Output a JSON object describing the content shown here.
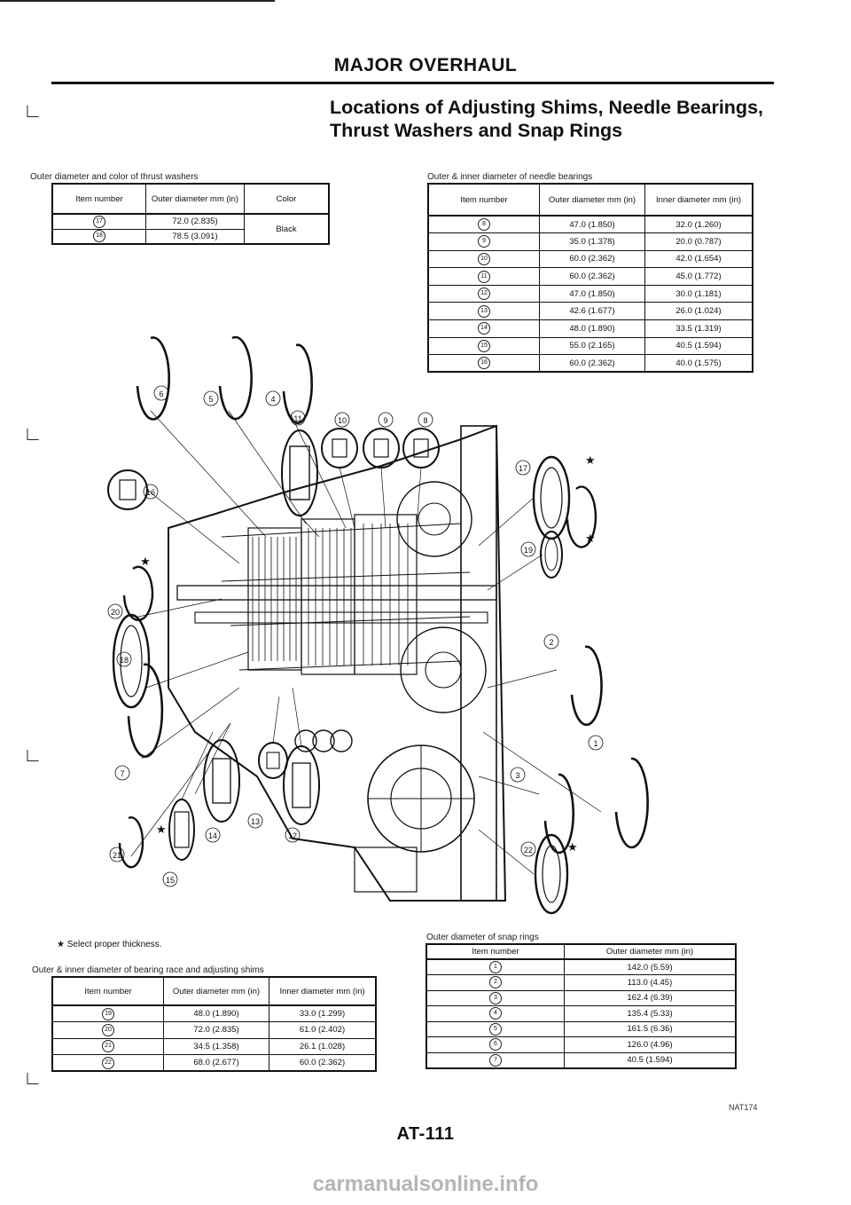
{
  "header": {
    "section_title": "MAJOR OVERHAUL"
  },
  "title": "Locations of Adjusting Shims, Needle Bearings, Thrust Washers and Snap Rings",
  "thrust_washers": {
    "caption": "Outer diameter and color of thrust washers",
    "headers": [
      "Item number",
      "Outer diameter mm (in)",
      "Color"
    ],
    "rows": [
      {
        "item": "17",
        "outer": "72.0 (2.835)"
      },
      {
        "item": "18",
        "outer": "78.5 (3.091)"
      }
    ],
    "color_value": "Black"
  },
  "needle_bearings": {
    "caption": "Outer & inner diameter of needle bearings",
    "headers": [
      "Item number",
      "Outer diameter mm (in)",
      "Inner diameter mm (in)"
    ],
    "rows": [
      {
        "item": "8",
        "outer": "47.0 (1.850)",
        "inner": "32.0 (1.260)"
      },
      {
        "item": "9",
        "outer": "35.0 (1.378)",
        "inner": "20.0 (0.787)"
      },
      {
        "item": "10",
        "outer": "60.0 (2.362)",
        "inner": "42.0 (1.654)"
      },
      {
        "item": "11",
        "outer": "60.0 (2.362)",
        "inner": "45.0 (1.772)"
      },
      {
        "item": "12",
        "outer": "47.0 (1.850)",
        "inner": "30.0 (1.181)"
      },
      {
        "item": "13",
        "outer": "42.6 (1.677)",
        "inner": "26.0 (1.024)"
      },
      {
        "item": "14",
        "outer": "48.0 (1.890)",
        "inner": "33.5 (1.319)"
      },
      {
        "item": "15",
        "outer": "55.0 (2.165)",
        "inner": "40.5 (1.594)"
      },
      {
        "item": "16",
        "outer": "60.0 (2.362)",
        "inner": "40.0 (1.575)"
      }
    ]
  },
  "bearing_races": {
    "caption": "Outer & inner diameter of bearing race and adjusting shims",
    "headers": [
      "Item number",
      "Outer diameter mm (in)",
      "Inner diameter mm (in)"
    ],
    "rows": [
      {
        "item": "19",
        "outer": "48.0 (1.890)",
        "inner": "33.0 (1.299)"
      },
      {
        "item": "20",
        "outer": "72.0 (2.835)",
        "inner": "61.0 (2.402)"
      },
      {
        "item": "21",
        "outer": "34.5 (1.358)",
        "inner": "26.1 (1.028)"
      },
      {
        "item": "22",
        "outer": "68.0 (2.677)",
        "inner": "60.0 (2.362)"
      }
    ]
  },
  "snap_rings": {
    "caption": "Outer diameter of snap rings",
    "headers": [
      "Item number",
      "Outer diameter mm (in)"
    ],
    "rows": [
      {
        "item": "1",
        "outer": "142.0 (5.59)"
      },
      {
        "item": "2",
        "outer": "113.0 (4.45)"
      },
      {
        "item": "3",
        "outer": "162.4 (6.39)"
      },
      {
        "item": "4",
        "outer": "135.4 (5.33)"
      },
      {
        "item": "5",
        "outer": "161.5 (6.36)"
      },
      {
        "item": "6",
        "outer": "126.0 (4.96)"
      },
      {
        "item": "7",
        "outer": "40.5 (1.594)"
      }
    ]
  },
  "note": {
    "star": "★",
    "text": "Select proper thickness."
  },
  "diagram": {
    "labels": [
      "1",
      "2",
      "3",
      "4",
      "5",
      "6",
      "7",
      "8",
      "9",
      "10",
      "11",
      "12",
      "13",
      "14",
      "15",
      "16",
      "17",
      "18",
      "19",
      "20",
      "21",
      "22"
    ]
  },
  "footer": {
    "page_number": "AT-111",
    "code": "NAT174"
  },
  "watermark": "carmanualsonline.info"
}
